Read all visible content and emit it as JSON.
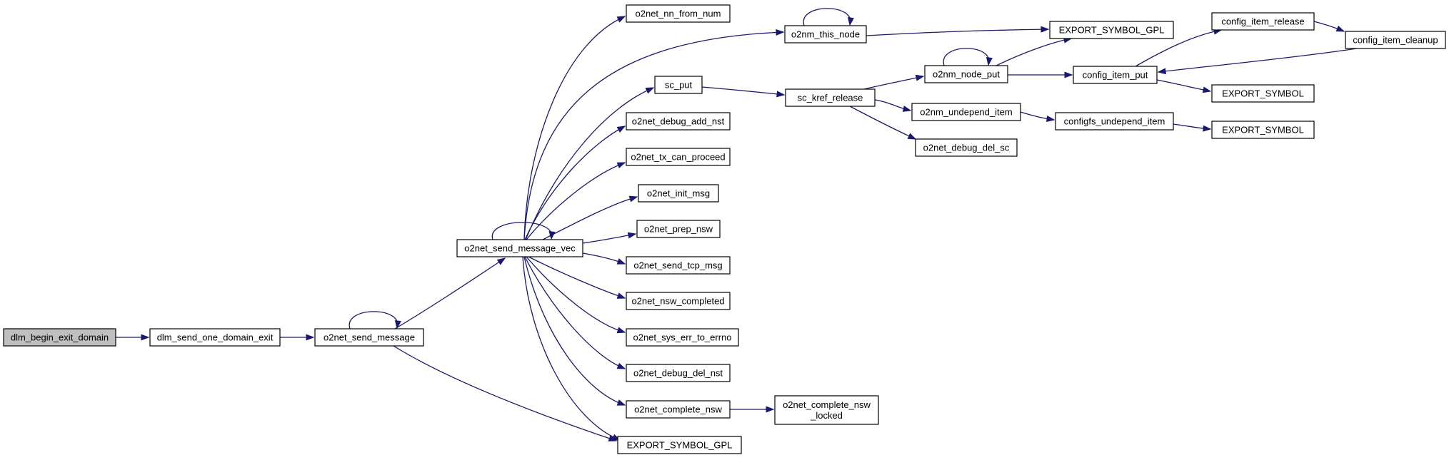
{
  "graph": {
    "edge_color": "#191970",
    "root_fill": "#bfbfbf",
    "nodes": [
      {
        "id": "n0",
        "lines": [
          "dlm_begin_exit_domain"
        ],
        "root": true
      },
      {
        "id": "n1",
        "lines": [
          "dlm_send_one_domain_exit"
        ]
      },
      {
        "id": "n2",
        "lines": [
          "o2net_send_message"
        ]
      },
      {
        "id": "n3",
        "lines": [
          "o2net_send_message_vec"
        ]
      },
      {
        "id": "n4",
        "lines": [
          "EXPORT_SYMBOL_GPL"
        ]
      },
      {
        "id": "n5",
        "lines": [
          "o2net_nn_from_num"
        ]
      },
      {
        "id": "n6",
        "lines": [
          "o2nm_this_node"
        ]
      },
      {
        "id": "n7",
        "lines": [
          "sc_put"
        ]
      },
      {
        "id": "n8",
        "lines": [
          "o2net_debug_add_nst"
        ]
      },
      {
        "id": "n9",
        "lines": [
          "o2net_tx_can_proceed"
        ]
      },
      {
        "id": "n10",
        "lines": [
          "o2net_init_msg"
        ]
      },
      {
        "id": "n11",
        "lines": [
          "o2net_prep_nsw"
        ]
      },
      {
        "id": "n12",
        "lines": [
          "o2net_send_tcp_msg"
        ]
      },
      {
        "id": "n13",
        "lines": [
          "o2net_nsw_completed"
        ]
      },
      {
        "id": "n14",
        "lines": [
          "o2net_sys_err_to_errno"
        ]
      },
      {
        "id": "n15",
        "lines": [
          "o2net_debug_del_nst"
        ]
      },
      {
        "id": "n16",
        "lines": [
          "o2net_complete_nsw"
        ]
      },
      {
        "id": "n17",
        "lines": [
          "EXPORT_SYMBOL_GPL"
        ]
      },
      {
        "id": "n18",
        "lines": [
          "sc_kref_release"
        ]
      },
      {
        "id": "n19",
        "lines": [
          "o2nm_node_put"
        ]
      },
      {
        "id": "n20",
        "lines": [
          "o2nm_undepend_item"
        ]
      },
      {
        "id": "n21",
        "lines": [
          "o2net_debug_del_sc"
        ]
      },
      {
        "id": "n22",
        "lines": [
          "config_item_put"
        ]
      },
      {
        "id": "n23",
        "lines": [
          "config_item_release"
        ]
      },
      {
        "id": "n24",
        "lines": [
          "config_item_cleanup"
        ]
      },
      {
        "id": "n25",
        "lines": [
          "EXPORT_SYMBOL"
        ]
      },
      {
        "id": "n26",
        "lines": [
          "configfs_undepend_item"
        ]
      },
      {
        "id": "n27",
        "lines": [
          "EXPORT_SYMBOL"
        ]
      },
      {
        "id": "n28",
        "lines": [
          "o2net_complete_nsw",
          "_locked"
        ]
      }
    ],
    "edges": [
      [
        "n0",
        "n1"
      ],
      [
        "n1",
        "n2"
      ],
      [
        "n2",
        "n2"
      ],
      [
        "n2",
        "n3"
      ],
      [
        "n2",
        "n4"
      ],
      [
        "n3",
        "n3"
      ],
      [
        "n3",
        "n5"
      ],
      [
        "n3",
        "n6"
      ],
      [
        "n3",
        "n7"
      ],
      [
        "n3",
        "n8"
      ],
      [
        "n3",
        "n9"
      ],
      [
        "n3",
        "n10"
      ],
      [
        "n3",
        "n11"
      ],
      [
        "n3",
        "n12"
      ],
      [
        "n3",
        "n13"
      ],
      [
        "n3",
        "n14"
      ],
      [
        "n3",
        "n15"
      ],
      [
        "n3",
        "n16"
      ],
      [
        "n3",
        "n4"
      ],
      [
        "n6",
        "n6"
      ],
      [
        "n6",
        "n17"
      ],
      [
        "n7",
        "n18"
      ],
      [
        "n18",
        "n19"
      ],
      [
        "n18",
        "n20"
      ],
      [
        "n18",
        "n21"
      ],
      [
        "n19",
        "n19"
      ],
      [
        "n19",
        "n17"
      ],
      [
        "n19",
        "n22"
      ],
      [
        "n22",
        "n23"
      ],
      [
        "n22",
        "n25"
      ],
      [
        "n23",
        "n24"
      ],
      [
        "n24",
        "n22"
      ],
      [
        "n20",
        "n26"
      ],
      [
        "n26",
        "n27"
      ],
      [
        "n16",
        "n28"
      ]
    ]
  }
}
